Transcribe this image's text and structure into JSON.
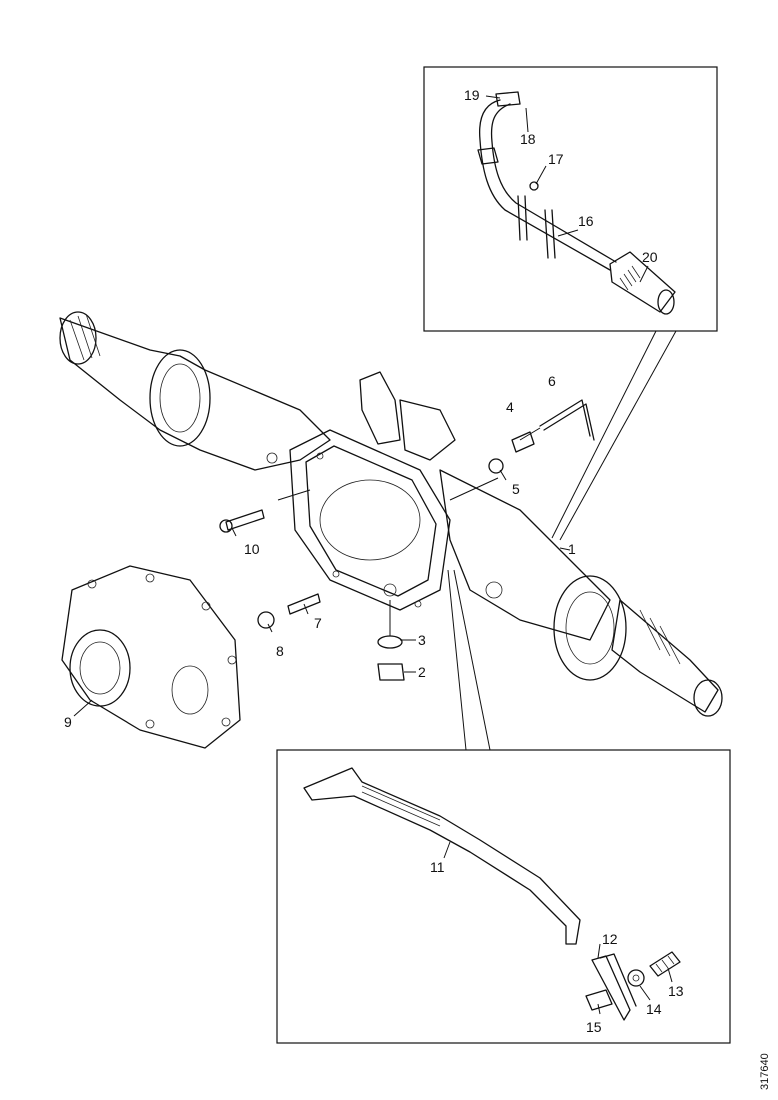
{
  "figure": {
    "reference_code": "317640",
    "callouts": [
      {
        "id": "1",
        "label": "1"
      },
      {
        "id": "2",
        "label": "2"
      },
      {
        "id": "3",
        "label": "3"
      },
      {
        "id": "4",
        "label": "4"
      },
      {
        "id": "5",
        "label": "5"
      },
      {
        "id": "6",
        "label": "6"
      },
      {
        "id": "7",
        "label": "7"
      },
      {
        "id": "8",
        "label": "8"
      },
      {
        "id": "9",
        "label": "9"
      },
      {
        "id": "10",
        "label": "10"
      },
      {
        "id": "11",
        "label": "11"
      },
      {
        "id": "12",
        "label": "12"
      },
      {
        "id": "13",
        "label": "13"
      },
      {
        "id": "14",
        "label": "14"
      },
      {
        "id": "15",
        "label": "15"
      },
      {
        "id": "16",
        "label": "16"
      },
      {
        "id": "17",
        "label": "17"
      },
      {
        "id": "18",
        "label": "18"
      },
      {
        "id": "19",
        "label": "19"
      },
      {
        "id": "20",
        "label": "20"
      }
    ]
  }
}
